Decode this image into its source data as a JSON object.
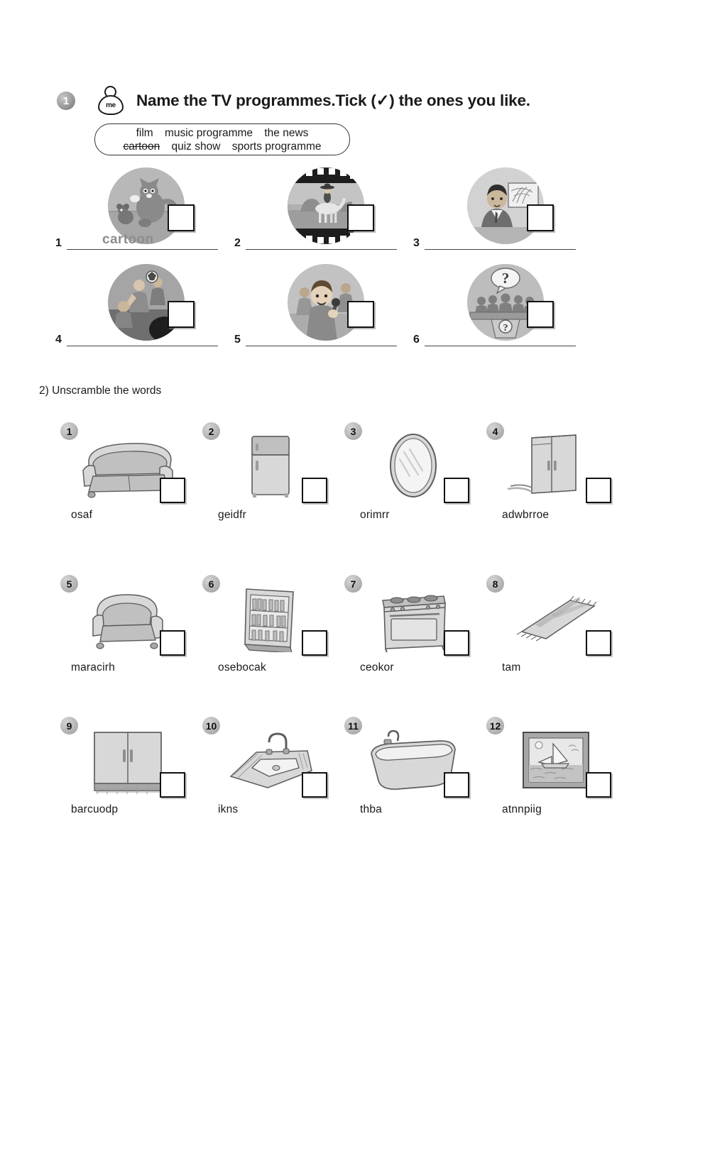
{
  "exercise1": {
    "number": "1",
    "icon_label": "me",
    "title": "Name the TV programmes.Tick (✓) the ones you like.",
    "wordbank": {
      "row1": [
        "film",
        "music programme",
        "the news"
      ],
      "row2": [
        "cartoon",
        "quiz show",
        "sports programme"
      ],
      "struck_word": "cartoon"
    },
    "items": [
      {
        "number": "1",
        "answer": "cartoon",
        "picture": "cartoon-cat-and-mouse"
      },
      {
        "number": "2",
        "answer": "",
        "picture": "film-cowboy-filmstrip"
      },
      {
        "number": "3",
        "answer": "",
        "picture": "news-anchor-presenter"
      },
      {
        "number": "4",
        "answer": "",
        "picture": "sports-players"
      },
      {
        "number": "5",
        "answer": "",
        "picture": "music-programme-singer"
      },
      {
        "number": "6",
        "answer": "",
        "picture": "quiz-show-contestants"
      }
    ]
  },
  "exercise2": {
    "title": "2) Unscramble the words",
    "items": [
      {
        "number": "1",
        "scrambled": "osaf",
        "picture": "sofa"
      },
      {
        "number": "2",
        "scrambled": "geidfr",
        "picture": "fridge"
      },
      {
        "number": "3",
        "scrambled": "orimrr",
        "picture": "mirror"
      },
      {
        "number": "4",
        "scrambled": "adwbrroe",
        "picture": "wardrobe"
      },
      {
        "number": "5",
        "scrambled": "maracirh",
        "picture": "armchair"
      },
      {
        "number": "6",
        "scrambled": "osebocak",
        "picture": "bookcase"
      },
      {
        "number": "7",
        "scrambled": "ceokor",
        "picture": "cooker"
      },
      {
        "number": "8",
        "scrambled": "tam",
        "picture": "mat"
      },
      {
        "number": "9",
        "scrambled": "barcuodp",
        "picture": "cupboard"
      },
      {
        "number": "10",
        "scrambled": "ikns",
        "picture": "sink"
      },
      {
        "number": "11",
        "scrambled": "thba",
        "picture": "bath"
      },
      {
        "number": "12",
        "scrambled": "atnnpiig",
        "picture": "painting"
      }
    ]
  },
  "colors": {
    "ink": "#1a1a1a",
    "rule": "#444444",
    "handwriting": "#8d8d8d",
    "badge": "#9a9a9a"
  }
}
